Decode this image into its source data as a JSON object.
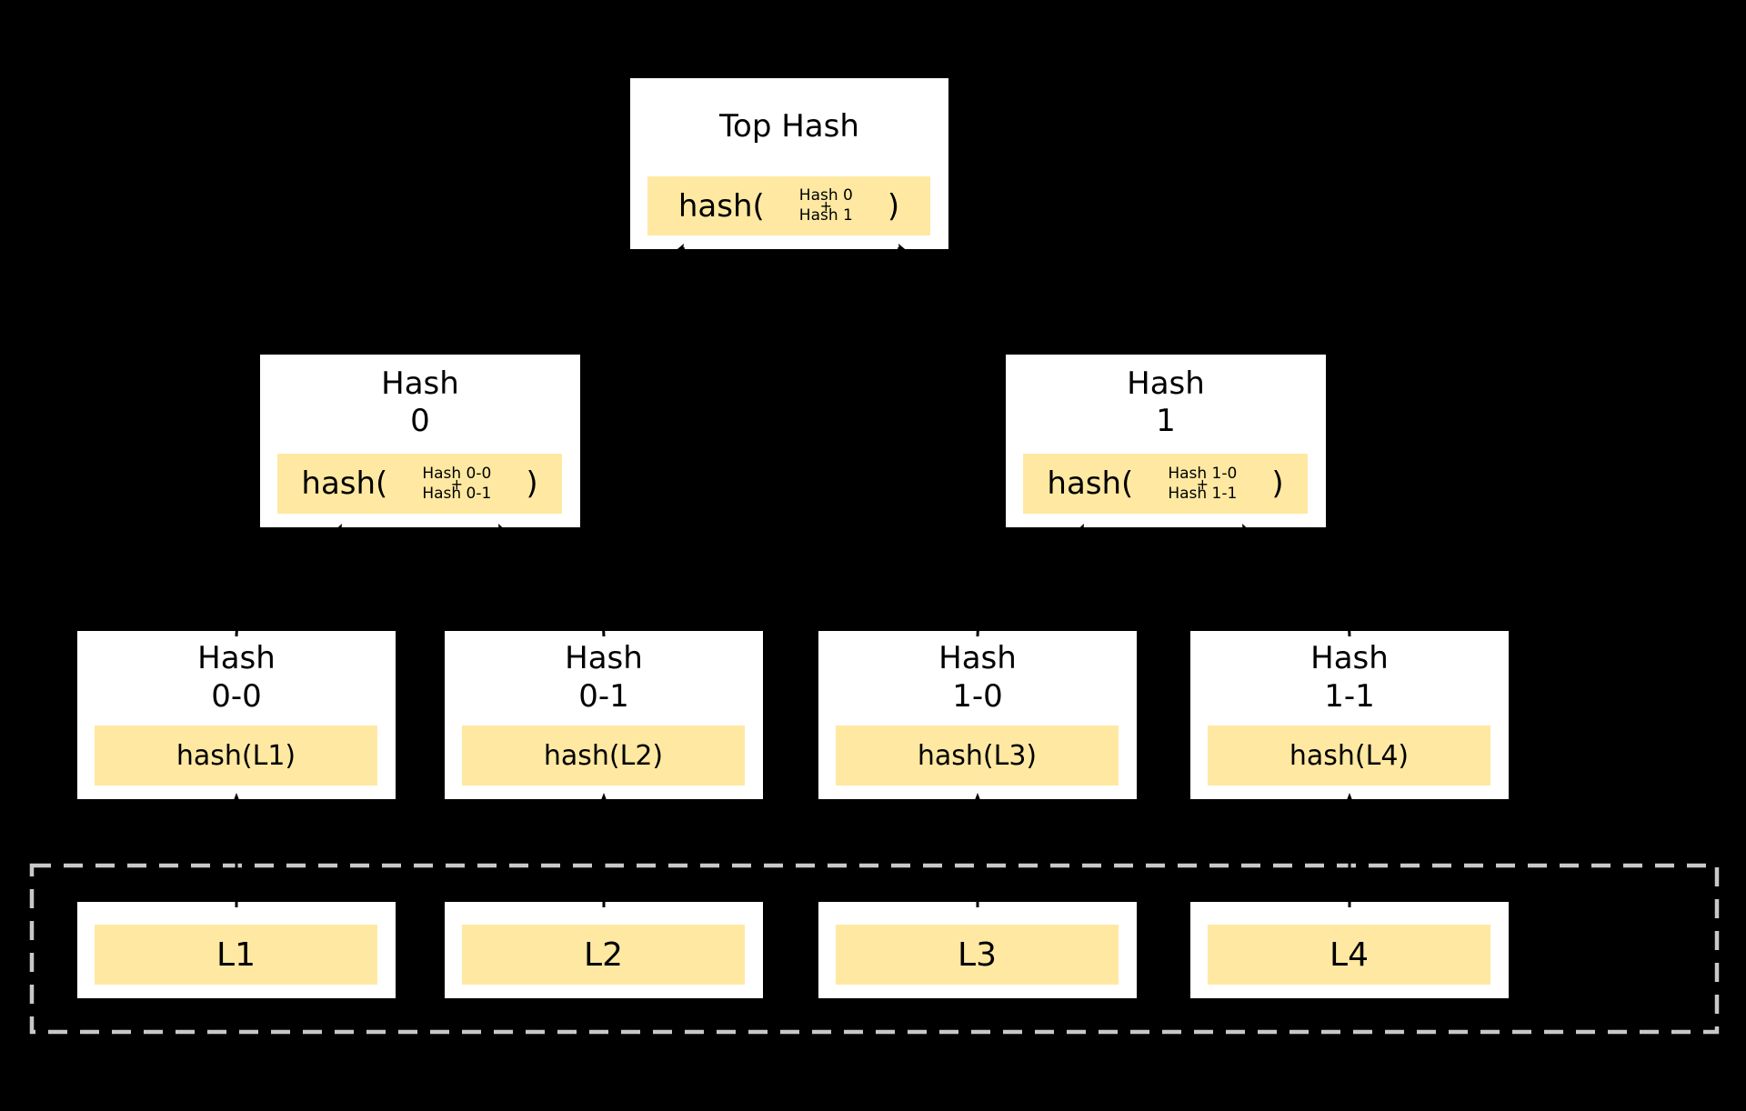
{
  "colors": {
    "background": "#000000",
    "node_background": "#ffffff",
    "highlight": "#ffe9a2",
    "dashed_outline": "#c8c8c8",
    "arrow": "#000000",
    "text": "#000000"
  },
  "root_node": {
    "title": "Top Hash",
    "formula": {
      "fn": "hash(",
      "top": "Hash 0",
      "op": "+",
      "bottom": "Hash 1",
      "close": ")"
    }
  },
  "internal_nodes": [
    {
      "title_line1": "Hash",
      "title_line2": "0",
      "formula": {
        "fn": "hash(",
        "top": "Hash 0-0",
        "op": "+",
        "bottom": "Hash 0-1",
        "close": ")"
      }
    },
    {
      "title_line1": "Hash",
      "title_line2": "1",
      "formula": {
        "fn": "hash(",
        "top": "Hash 1-0",
        "op": "+",
        "bottom": "Hash 1-1",
        "close": ")"
      }
    }
  ],
  "leaf_hash_nodes": [
    {
      "title_line1": "Hash",
      "title_line2": "0-0",
      "value": "hash(L1)"
    },
    {
      "title_line1": "Hash",
      "title_line2": "0-1",
      "value": "hash(L2)"
    },
    {
      "title_line1": "Hash",
      "title_line2": "1-0",
      "value": "hash(L3)"
    },
    {
      "title_line1": "Hash",
      "title_line2": "1-1",
      "value": "hash(L4)"
    }
  ],
  "data_blocks": [
    {
      "label": "L1"
    },
    {
      "label": "L2"
    },
    {
      "label": "L3"
    },
    {
      "label": "L4"
    }
  ]
}
